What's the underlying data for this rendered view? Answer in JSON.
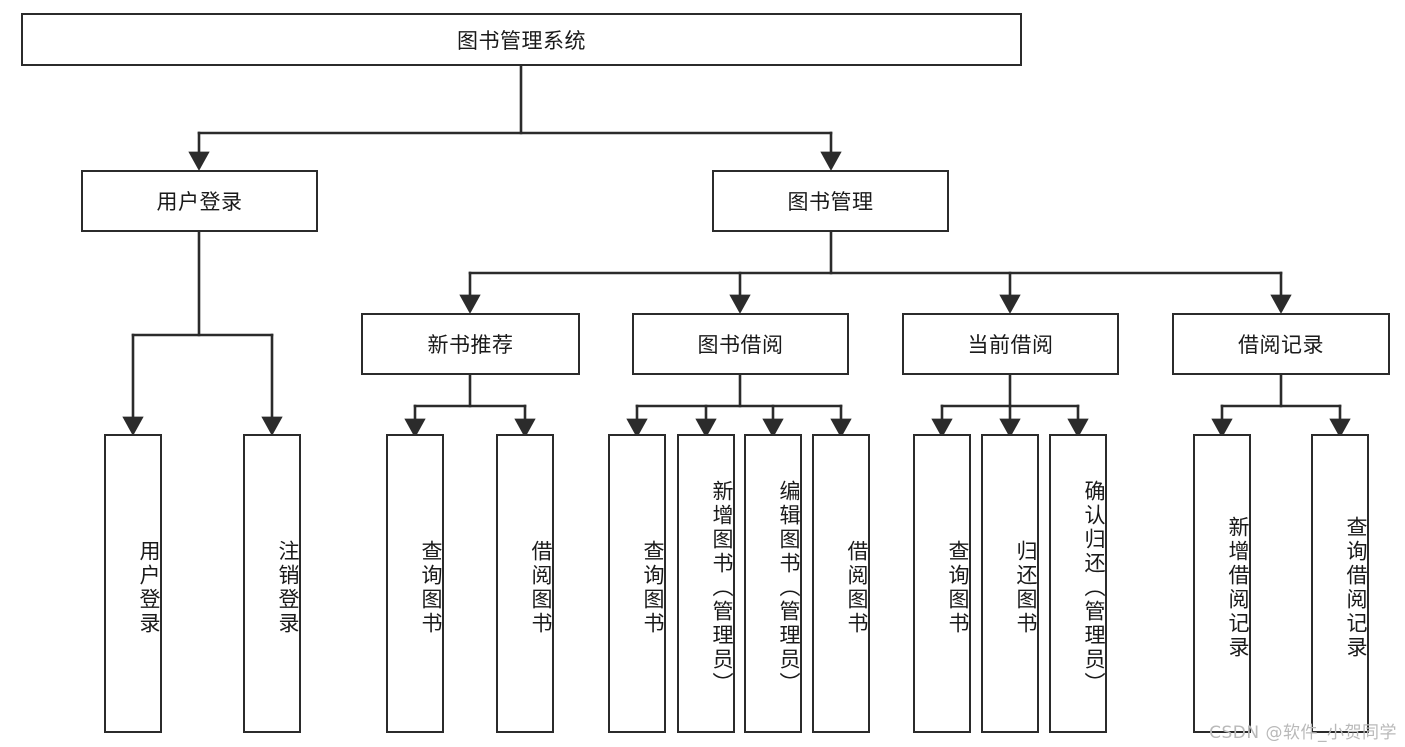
{
  "diagram": {
    "title": "图书管理系统",
    "watermark": "CSDN @软件_小贺同学",
    "colors": {
      "box_border": "#2b2b2b",
      "box_fill": "#ffffff",
      "edge": "#2b2b2b",
      "text": "#1a1a1a",
      "watermark": "#b9b9b9",
      "background": "#ffffff"
    },
    "nodes": {
      "root": {
        "label": "图书管理系统"
      },
      "level2": [
        {
          "id": "user-login",
          "label": "用户登录"
        },
        {
          "id": "book-manage",
          "label": "图书管理"
        }
      ],
      "level3": [
        {
          "id": "new-book-recommend",
          "label": "新书推荐"
        },
        {
          "id": "book-borrow",
          "label": "图书借阅"
        },
        {
          "id": "current-borrow",
          "label": "当前借阅"
        },
        {
          "id": "borrow-record",
          "label": "借阅记录"
        }
      ],
      "leaves": [
        {
          "id": "leaf-user-login",
          "label": "用户登录",
          "parent": "user-login"
        },
        {
          "id": "leaf-logout-login",
          "label": "注销登录",
          "parent": "user-login"
        },
        {
          "id": "leaf-query-book-1",
          "label": "查询图书",
          "parent": "new-book-recommend"
        },
        {
          "id": "leaf-borrow-book-1",
          "label": "借阅图书",
          "parent": "new-book-recommend"
        },
        {
          "id": "leaf-query-book-2",
          "label": "查询图书",
          "parent": "book-borrow"
        },
        {
          "id": "leaf-add-book",
          "label": "新增图书（管理员）",
          "parent": "book-borrow"
        },
        {
          "id": "leaf-edit-book",
          "label": "编辑图书（管理员）",
          "parent": "book-borrow"
        },
        {
          "id": "leaf-borrow-book-2",
          "label": "借阅图书",
          "parent": "book-borrow"
        },
        {
          "id": "leaf-query-book-3",
          "label": "查询图书",
          "parent": "current-borrow"
        },
        {
          "id": "leaf-return-book",
          "label": "归还图书",
          "parent": "current-borrow"
        },
        {
          "id": "leaf-confirm-return",
          "label": "确认归还（管理员）",
          "parent": "current-borrow"
        },
        {
          "id": "leaf-add-record",
          "label": "新增借阅记录",
          "parent": "borrow-record"
        },
        {
          "id": "leaf-query-record",
          "label": "查询借阅记录",
          "parent": "borrow-record"
        }
      ]
    }
  }
}
